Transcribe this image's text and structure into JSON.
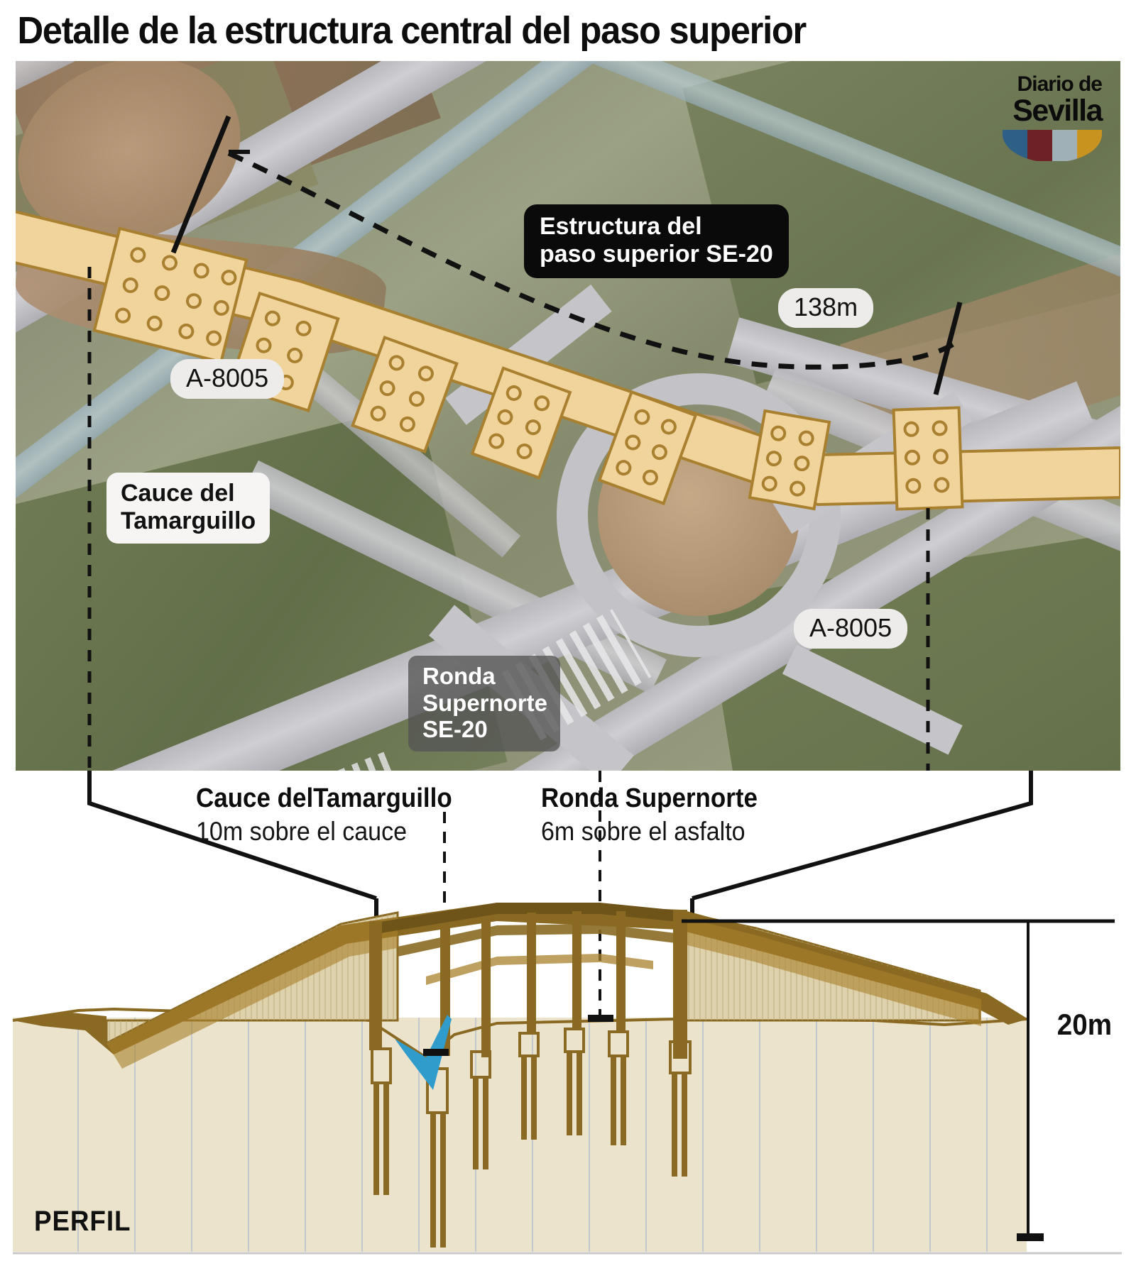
{
  "header": {
    "title": "Detalle de la estructura central del paso superior"
  },
  "logo": {
    "line1": "Diario de",
    "line2": "Sevilla",
    "fan_colors": [
      "#2e5f86",
      "#6e2228",
      "#9fb0b7",
      "#c8941f"
    ]
  },
  "map": {
    "labels": {
      "structure": "Estructura del\npaso superior SE-20",
      "structure_line1": "Estructura del",
      "structure_line2": "paso superior SE-20",
      "span_length": "138m",
      "road_left": "A-8005",
      "road_right": "A-8005",
      "cauce_line1": "Cauce del",
      "cauce_line2": "Tamarguillo",
      "ronda_line1": "Ronda",
      "ronda_line2": "Supernorte",
      "ronda_line3": "SE-20"
    },
    "colors": {
      "deck_fill": "#f1d49b",
      "deck_stroke": "#a9802f",
      "label_dark_bg": "#0a0a0a",
      "label_light_bg": "#f6f5f3",
      "label_grey_bg": "rgba(85,85,85,0.78)"
    }
  },
  "profile": {
    "section_label": "PERFIL",
    "scale_label": "20m",
    "callouts": [
      {
        "title": "Cauce delTamarguillo",
        "subtitle": "10m sobre el cauce"
      },
      {
        "title": "Ronda Supernorte",
        "subtitle": "6m sobre el asfalto"
      }
    ],
    "colors": {
      "earth_fill": "#ece3cd",
      "embankment": "#8a6a23",
      "deck": "#7a5e20",
      "water": "#2f9ccc"
    }
  }
}
